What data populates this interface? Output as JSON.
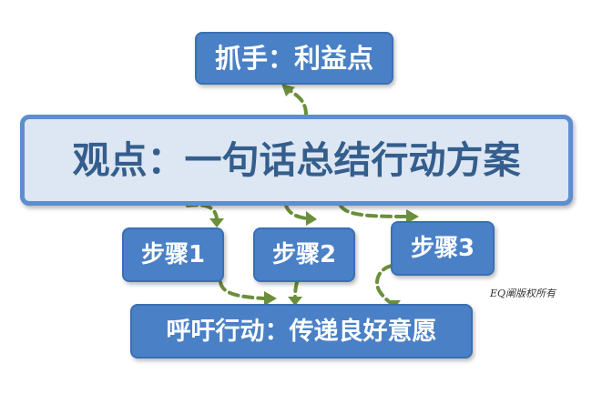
{
  "diagram": {
    "handle": "抓手：利益点",
    "main": "观点：一句话总结行动方案",
    "steps": [
      "步骤1",
      "步骤2",
      "步骤3"
    ],
    "action": "呼吁行动：传递良好意愿",
    "watermark": "EQ阐版权所有"
  },
  "colors": {
    "box_fill": "#4a80c6",
    "main_fill": "#dde6f3",
    "main_border": "#5d8ed0",
    "main_text": "#345e8c",
    "connector": "#6b8f3a"
  }
}
